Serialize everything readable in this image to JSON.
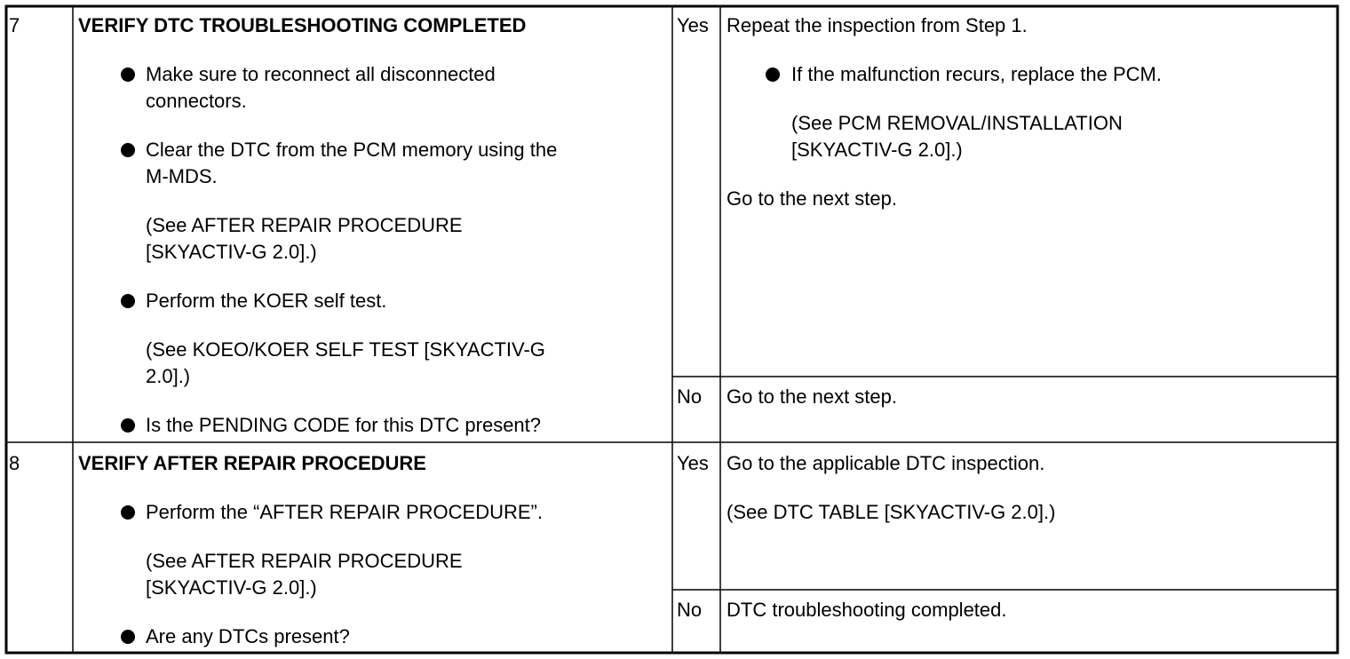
{
  "colors": {
    "text": "#000000",
    "border": "#000000",
    "background": "#ffffff"
  },
  "steps": [
    {
      "number": "7",
      "title": "VERIFY DTC TROUBLESHOOTING COMPLETED",
      "actions": [
        {
          "lines": [
            "Make sure to reconnect all disconnected",
            "connectors."
          ]
        },
        {
          "lines": [
            "Clear the DTC from the PCM memory using the",
            "M-MDS."
          ],
          "ref_lines": [
            "(See AFTER REPAIR PROCEDURE",
            "[SKYACTIV-G 2.0].)"
          ]
        },
        {
          "lines": [
            "Perform the KOER self test."
          ],
          "ref_lines": [
            "(See KOEO/KOER SELF TEST [SKYACTIV-G",
            "2.0].)"
          ]
        },
        {
          "lines": [
            "Is the PENDING CODE for this DTC present?"
          ]
        }
      ],
      "results": {
        "yes": {
          "label": "Yes",
          "text": "Repeat the inspection from Step 1.",
          "bullet": "If the malfunction recurs, replace the PCM.",
          "ref_lines": [
            "(See PCM REMOVAL/INSTALLATION",
            "[SKYACTIV-G 2.0].)"
          ],
          "next": "Go to the next step."
        },
        "no": {
          "label": "No",
          "text": "Go to the next step."
        }
      }
    },
    {
      "number": "8",
      "title": "VERIFY AFTER REPAIR PROCEDURE",
      "actions": [
        {
          "lines": [
            "Perform the “AFTER REPAIR PROCEDURE”."
          ],
          "ref_lines": [
            "(See AFTER REPAIR PROCEDURE",
            "[SKYACTIV-G 2.0].)"
          ]
        },
        {
          "lines": [
            "Are any DTCs present?"
          ]
        }
      ],
      "results": {
        "yes": {
          "label": "Yes",
          "text": "Go to the applicable DTC inspection.",
          "ref": "(See DTC TABLE [SKYACTIV-G 2.0].)"
        },
        "no": {
          "label": "No",
          "text": "DTC troubleshooting completed."
        }
      }
    }
  ]
}
